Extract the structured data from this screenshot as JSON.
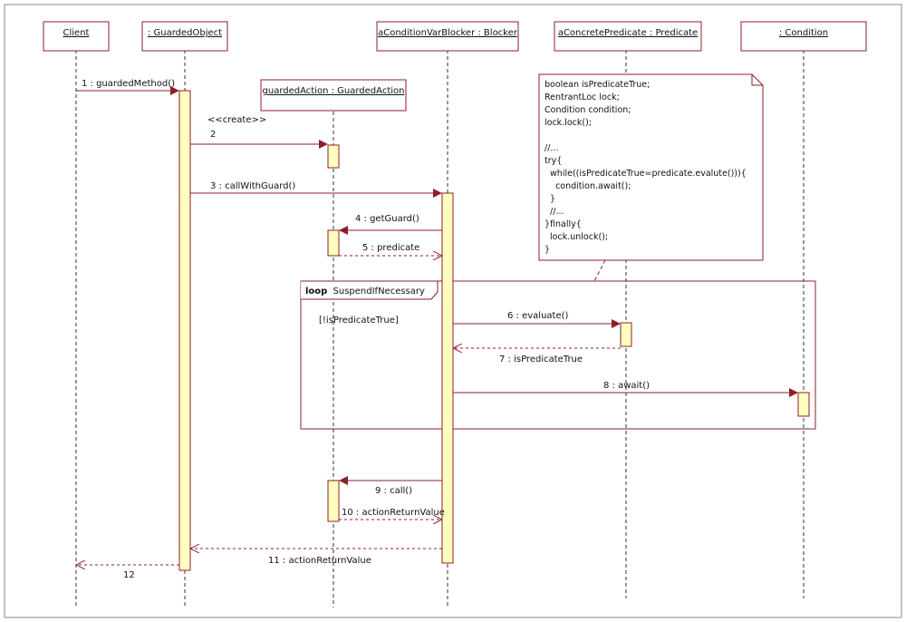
{
  "colors": {
    "frame": "#8c1f2b",
    "activation_fill": "#ffffc0",
    "lifeline": "#333333",
    "note_border": "#8c1f2b"
  },
  "participants": [
    {
      "name": "Client"
    },
    {
      "name": ": GuardedObject"
    },
    {
      "name": "aConditionVarBlocker : Blocker"
    },
    {
      "name": "aConcretePredicate : Predicate"
    },
    {
      "name": ":  Condition"
    }
  ],
  "created_object": {
    "name": "guardedAction : GuardedAction"
  },
  "messages": {
    "m1": "1 : guardedMethod()",
    "m2_stereo": "<<create>>",
    "m2": "2",
    "m3": "3 : callWithGuard()",
    "m4": "4 : getGuard()",
    "m5": "5 : predicate",
    "m6": "6 : evaluate()",
    "m7": "7 : isPredicateTrue",
    "m8": "8 : await()",
    "m9": "9 : call()",
    "m10": "10 : actionReturnValue",
    "m11": "11 : actionReturnValue",
    "m12": "12"
  },
  "loop": {
    "keyword": "loop",
    "name": "SuspendIfNecessary",
    "guard": "[!isPredicateTrue]"
  },
  "note": {
    "lines": [
      "boolean isPredicateTrue;",
      "RentrantLoc lock;",
      "Condition condition;",
      "lock.lock();",
      "",
      "//...",
      "try{",
      "  while((isPredicateTrue=predicate.evalute())){",
      "    condition.await();",
      "  }",
      "  //...",
      "}finally{",
      "  lock.unlock();",
      "}"
    ]
  }
}
